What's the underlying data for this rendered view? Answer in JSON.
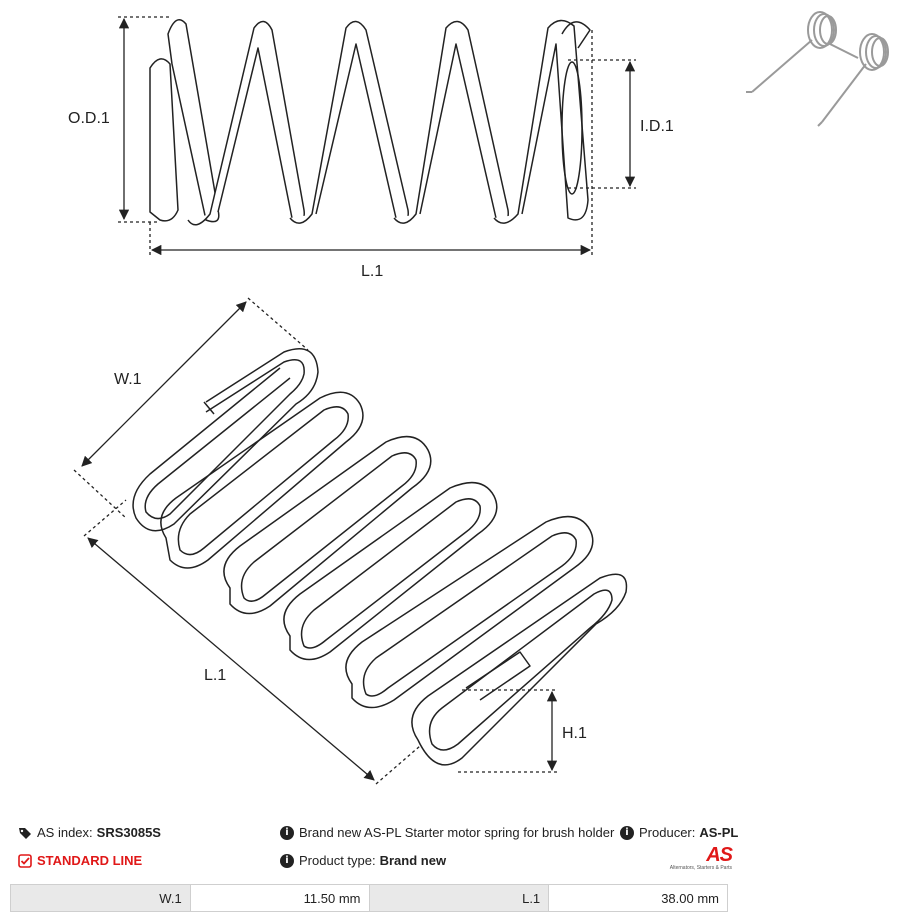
{
  "labels": {
    "od": "O.D.1",
    "id": "I.D.1",
    "l_top": "L.1",
    "w": "W.1",
    "l_bottom": "L.1",
    "h": "H.1"
  },
  "info": {
    "as_index_label": "AS index:",
    "as_index_value": "SRS3085S",
    "standard_line": "STANDARD LINE",
    "description": "Brand new AS-PL Starter motor spring for brush holder",
    "product_type_label": "Product type:",
    "product_type_value": "Brand new",
    "producer_label": "Producer:",
    "producer_value": "AS-PL"
  },
  "logo": {
    "mark": "AS",
    "tagline": "Alternators, Starters & Parts"
  },
  "params": [
    {
      "label": "W.1",
      "value": "11.50 mm"
    },
    {
      "label": "L.1",
      "value": "38.00 mm"
    }
  ],
  "colors": {
    "line": "#222222",
    "brand_red": "#e01818",
    "table_label_bg": "#e9e9e9"
  }
}
